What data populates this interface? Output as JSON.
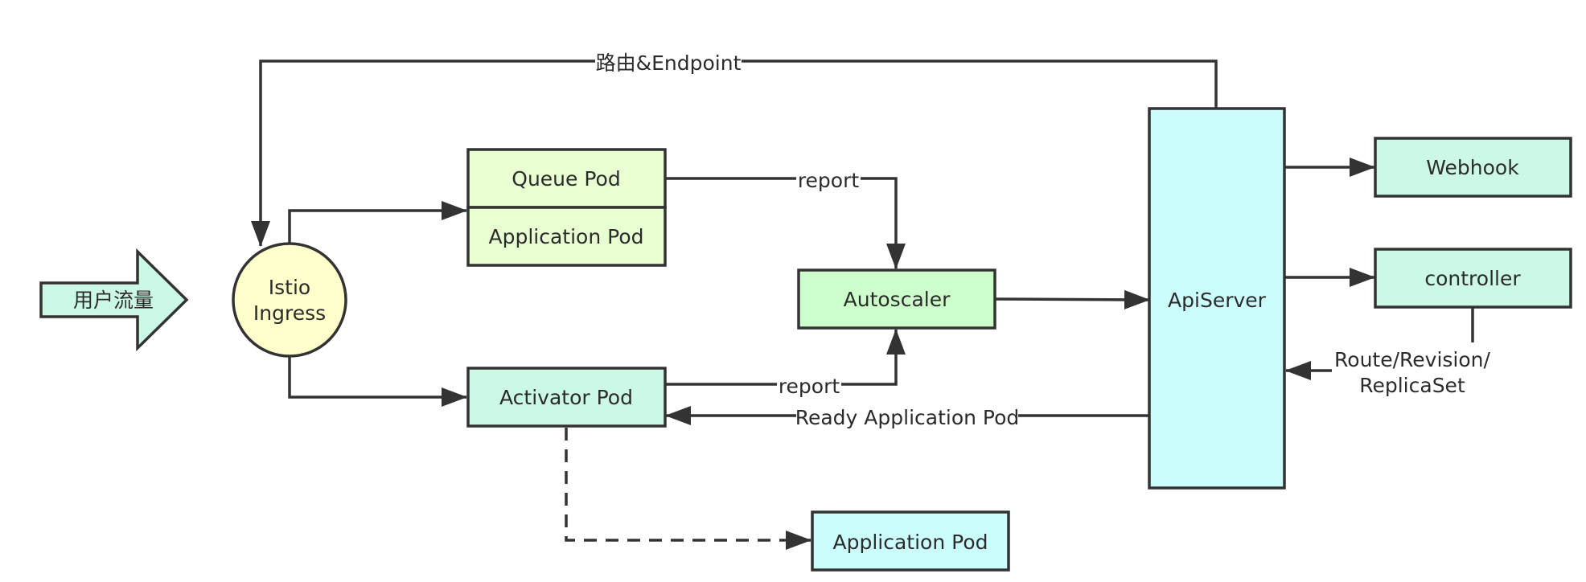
{
  "colors": {
    "stroke": "#333333",
    "pod_green": "#e8ffd2",
    "autoscaler_green": "#ccffcc",
    "mint": "#ccf8e6",
    "cyan": "#ccfdfd",
    "istio_yellow": "#ffffcc",
    "traffic_arrow": "#ccf8e6"
  },
  "nodes": {
    "user_traffic": "用户流量",
    "istio_ingress": [
      "Istio",
      "Ingress"
    ],
    "queue_pod": "Queue Pod",
    "application_pod_top": "Application Pod",
    "activator_pod": "Activator Pod",
    "autoscaler": "Autoscaler",
    "apiserver": "ApiServer",
    "webhook": "Webhook",
    "controller": "controller",
    "application_pod_bottom": "Application Pod"
  },
  "edges": {
    "route_endpoint": "路由&Endpoint",
    "report_queue": "report",
    "report_activator": "report",
    "ready_application_pod": "Ready Application Pod",
    "route_revision": [
      "Route/Revision/",
      "ReplicaSet"
    ]
  }
}
